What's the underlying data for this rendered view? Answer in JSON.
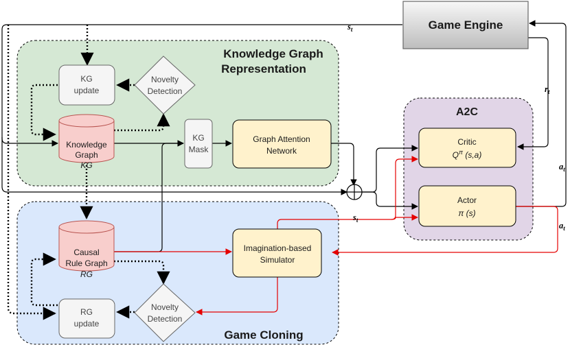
{
  "groups": {
    "kg_repr": {
      "title_line1": "Knowledge Graph",
      "title_line2": "Representation"
    },
    "game_cloning": {
      "title": "Game Cloning"
    },
    "a2c": {
      "title": "A2C"
    }
  },
  "nodes": {
    "game_engine": "Game Engine",
    "kg_update": {
      "line1": "KG",
      "line2": "update"
    },
    "novelty_top": {
      "line1": "Novelty",
      "line2": "Detection"
    },
    "knowledge_graph": {
      "line1": "Knowledge",
      "line2": "Graph",
      "line3": "KG"
    },
    "kg_mask": {
      "line1": "KG",
      "line2": "Mask"
    },
    "gat": {
      "line1": "Graph Attention",
      "line2": "Network"
    },
    "critic": {
      "line1": "Critic",
      "line2": "Q",
      "sup": "π",
      "line2b": " (s,a)"
    },
    "actor": {
      "line1": "Actor",
      "line2": "π (s)"
    },
    "causal_rule_graph": {
      "line1": "Causal",
      "line2": "Rule Graph",
      "line3": "RG"
    },
    "simulator": {
      "line1": "Imagination-based",
      "line2": "Simulator"
    },
    "rg_update": {
      "line1": "RG",
      "line2": "update"
    },
    "novelty_bottom": {
      "line1": "Novelty",
      "line2": "Detection"
    }
  },
  "labels": {
    "s_t_top": {
      "base": "s",
      "sub": "t"
    },
    "r_t": {
      "base": "r",
      "sub": "t"
    },
    "a_t_right": {
      "base": "a",
      "sub": "t"
    },
    "s_t_mid": {
      "base": "s",
      "sub": "t"
    },
    "a_t_mid": {
      "base": "a",
      "sub": "t"
    }
  },
  "colors": {
    "kg_group_fill": "#d5e8d4",
    "gc_group_fill": "#dae8fc",
    "a2c_group_fill": "#e1d5e7",
    "yellow_node": "#fff2cc",
    "yellow_stroke": "#d6b656",
    "red_db": "#f8cecc",
    "red_db_stroke": "#b85450",
    "grey_node": "#f5f5f5",
    "red_arrow": "#e50000"
  }
}
